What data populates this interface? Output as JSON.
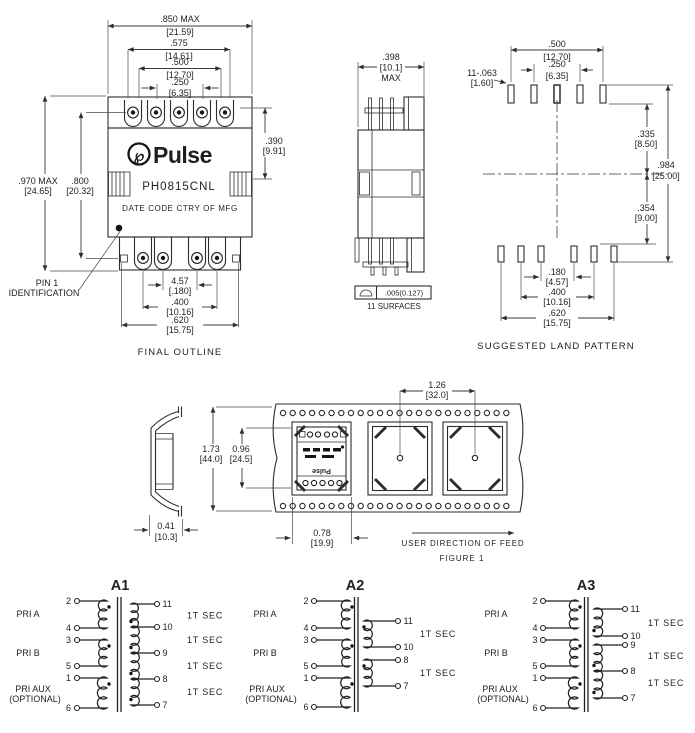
{
  "part": {
    "brand": "Pulse",
    "logo_glyph": "℘",
    "part_number": "PH0815CNL",
    "marking": "DATE CODE   CTRY OF MFG"
  },
  "final_outline": {
    "caption": "FINAL OUTLINE",
    "pin1_line1": "PIN 1",
    "pin1_line2": "IDENTIFICATION",
    "d850_in": ".850 MAX",
    "d850_mm": "[21.59]",
    "d575_in": ".575",
    "d575_mm": "[14.61]",
    "d500_in": ".500",
    "d500_mm": "[12.70]",
    "d250_in": ".250",
    "d250_mm": "[6.35]",
    "d390_in": ".390",
    "d390_mm": "[9.91]",
    "d970_in": ".970 MAX",
    "d970_mm": "[24.65]",
    "d800_in": ".800",
    "d800_mm": "[20.32]",
    "d457_mm": "4.57",
    "d457_in": "[.180]",
    "d400_in": ".400",
    "d400_mm": "[10.16]",
    "d620_in": ".620",
    "d620_mm": "[15.75]"
  },
  "side_view": {
    "d398_in": ".398",
    "d398_mm": "[10.1]",
    "d398_max": "MAX",
    "flatness_value": ".005(0.127)",
    "flatness_note": "11 SURFACES"
  },
  "land_pattern": {
    "caption": "SUGGESTED LAND PATTERN",
    "pad_callout": "11-.063",
    "pad_callout_mm": "[1.60]",
    "d500_in": ".500",
    "d500_mm": "[12.70]",
    "d250_in": ".250",
    "d250_mm": "[6.35]",
    "d335_in": ".335",
    "d335_mm": "[8.50]",
    "d984_in": ".984",
    "d984_mm": "[25.00]",
    "d354_in": ".354",
    "d354_mm": "[9.00]",
    "d180_in": ".180",
    "d180_mm": "[4.57]",
    "d400_in": ".400",
    "d400_mm": "[10.16]",
    "d620_in": ".620",
    "d620_mm": "[15.75]"
  },
  "figure1": {
    "caption": "FIGURE 1",
    "feed_label": "USER DIRECTION OF FEED",
    "d126_in": "1.26",
    "d126_mm": "[32.0]",
    "d173_in": "1.73",
    "d173_mm": "[44.0]",
    "d096_in": "0.96",
    "d096_mm": "[24.5]",
    "d078_in": "0.78",
    "d078_mm": "[19.9]",
    "d041_in": "0.41",
    "d041_mm": "[10.3]"
  },
  "schematics": {
    "a1_title": "A1",
    "a2_title": "A2",
    "a3_title": "A3",
    "pri_a": "PRI A",
    "pri_b": "PRI B",
    "pri_aux": "PRI AUX",
    "pri_aux2": "(OPTIONAL)",
    "sec_label": "1T SEC",
    "pins_left": [
      "2",
      "4",
      "3",
      "5",
      "1",
      "6"
    ],
    "a1_pins_right": [
      "11",
      "10",
      "9",
      "8",
      "7"
    ],
    "a2_pins_right": [
      "11",
      "10",
      "8",
      "7"
    ],
    "a3_pins_right": [
      "11",
      "10",
      "9",
      "8",
      "7"
    ]
  }
}
